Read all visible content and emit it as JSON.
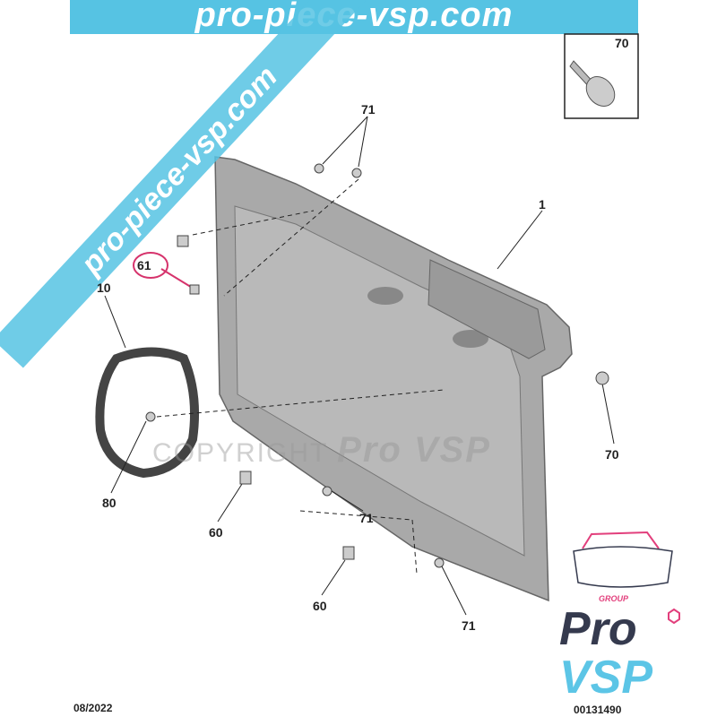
{
  "banner": {
    "text": "pro-piece-vsp.com"
  },
  "diagonal_watermark": {
    "text": "pro-piece-vsp.com"
  },
  "copyright_watermark": {
    "text": "COPYRIGHT",
    "brand": "Pro VSP"
  },
  "callouts": {
    "c71a": "71",
    "c1": "1",
    "c61": "61",
    "c10": "10",
    "c70a": "70",
    "c80": "80",
    "c60a": "60",
    "c71b": "71",
    "c60b": "60",
    "c71c": "71",
    "inset70": "70"
  },
  "footer": {
    "date": "08/2022",
    "ref": "00131490"
  },
  "logo": {
    "group": "GROUP",
    "line1": "Pro",
    "line2": "VSP"
  },
  "colors": {
    "banner": "#56c3e3",
    "panel": "#a9a9a9",
    "highlight": "#d6336c",
    "logo_dark": "#353a4e",
    "logo_light": "#5cc5e6"
  }
}
